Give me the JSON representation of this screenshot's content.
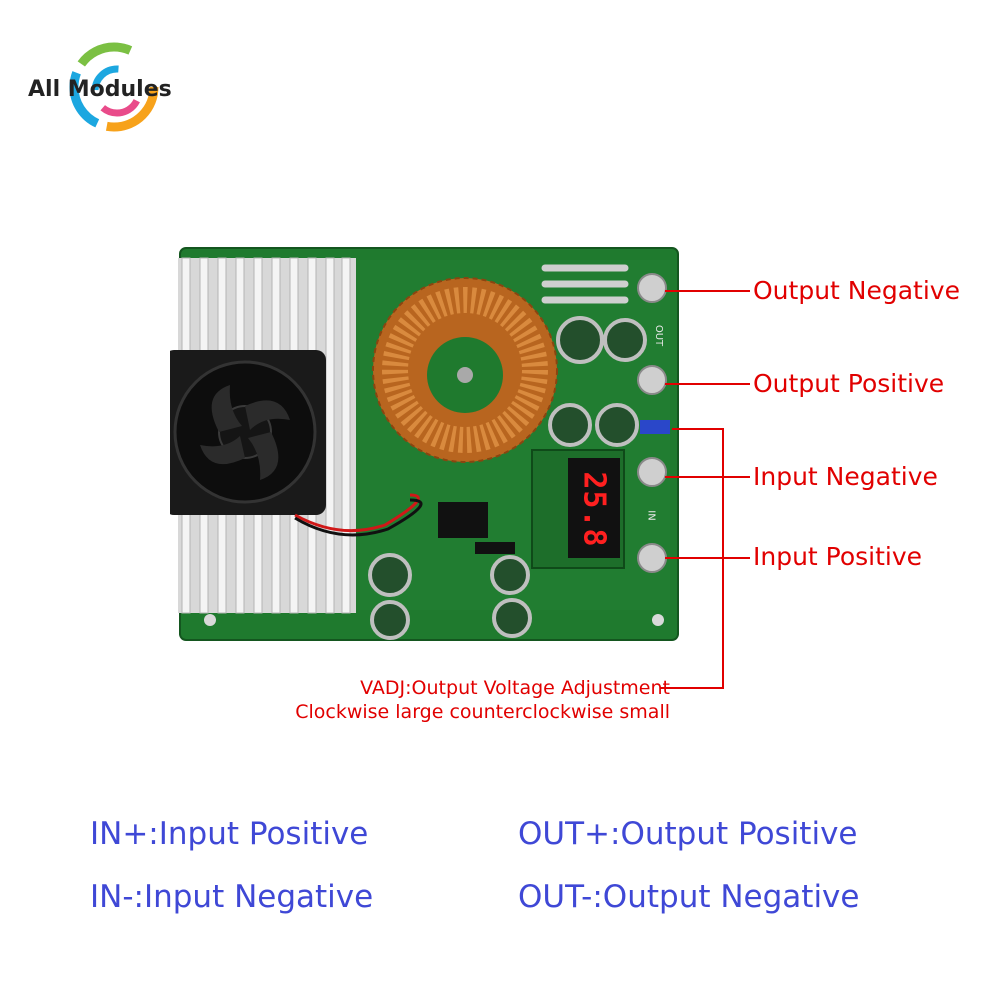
{
  "logo": {
    "text": "All Modules"
  },
  "board": {
    "display_reading": "25.8",
    "silk_out": "OUT",
    "silk_in": "IN"
  },
  "callouts": {
    "output_negative": "Output Negative",
    "output_positive": "Output Positive",
    "input_negative": "Input Negative",
    "input_positive": "Input Positive",
    "vadj_line1": "VADJ:Output Voltage Adjustment",
    "vadj_line2": "Clockwise large counterclockwise small"
  },
  "legend": {
    "in_plus": "IN+:Input Positive",
    "in_minus": "IN-:Input Negative",
    "out_plus": "OUT+:Output Positive",
    "out_minus": "OUT-:Output Negative"
  },
  "colors": {
    "callout_red": "#e10000",
    "legend_blue": "#3f48d6",
    "pcb_green": "#1f7a2e"
  }
}
